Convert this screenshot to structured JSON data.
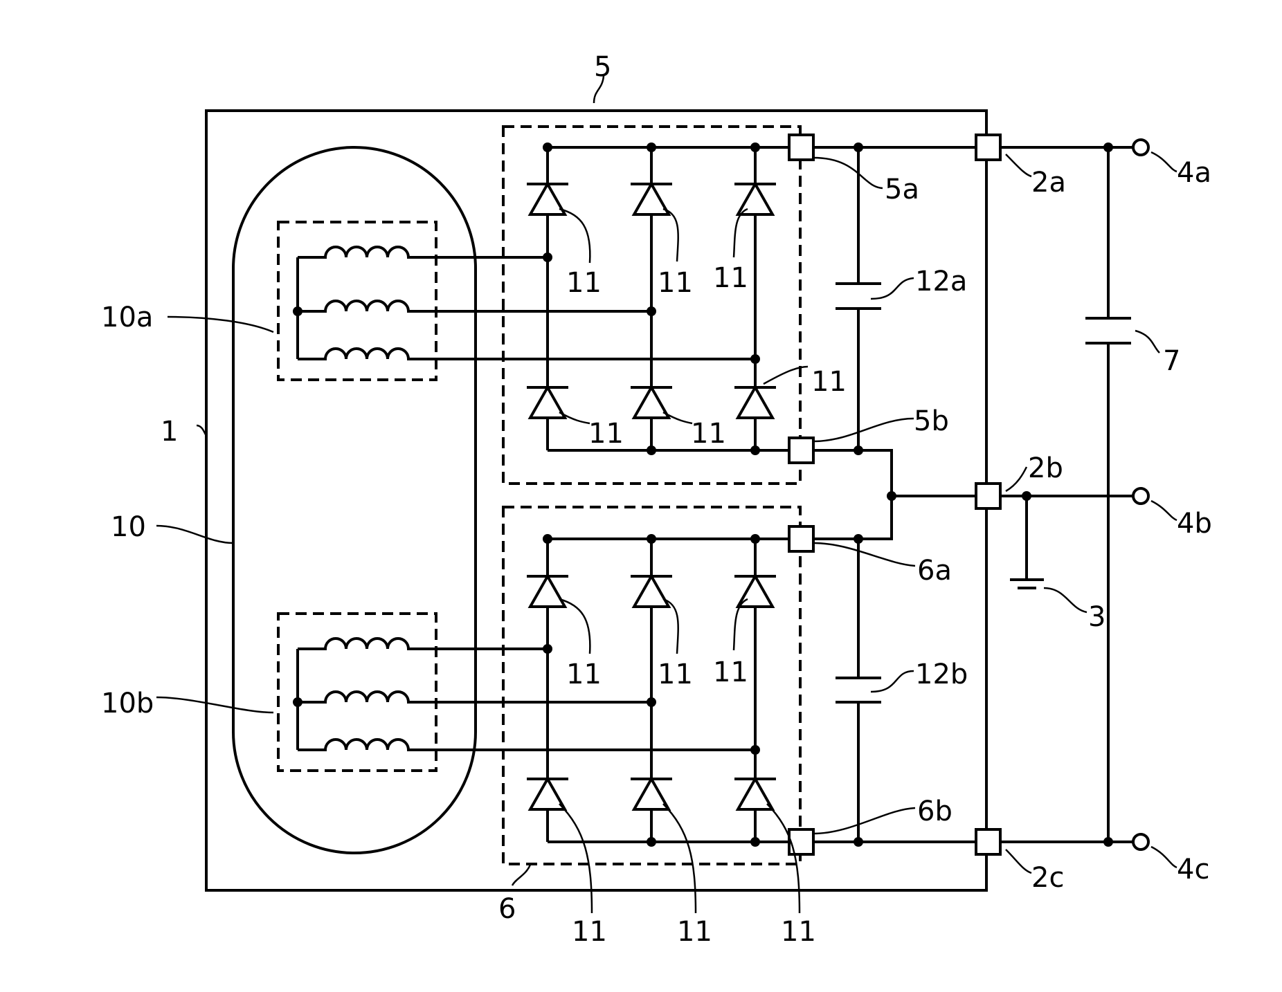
{
  "labels": {
    "generator_housing": "1",
    "stator": "10",
    "winding_a": "10a",
    "winding_b": "10b",
    "rectifier_a": "5",
    "rectifier_b": "6",
    "rect_a_pos": "5a",
    "rect_a_neg": "5b",
    "rect_b_pos": "6a",
    "rect_b_neg": "6b",
    "cap_a": "12a",
    "cap_b": "12b",
    "term_2a": "2a",
    "term_2b": "2b",
    "term_2c": "2c",
    "ground": "3",
    "out_4a": "4a",
    "out_4b": "4b",
    "out_4c": "4c",
    "capacitor_7": "7",
    "diode": "11"
  }
}
